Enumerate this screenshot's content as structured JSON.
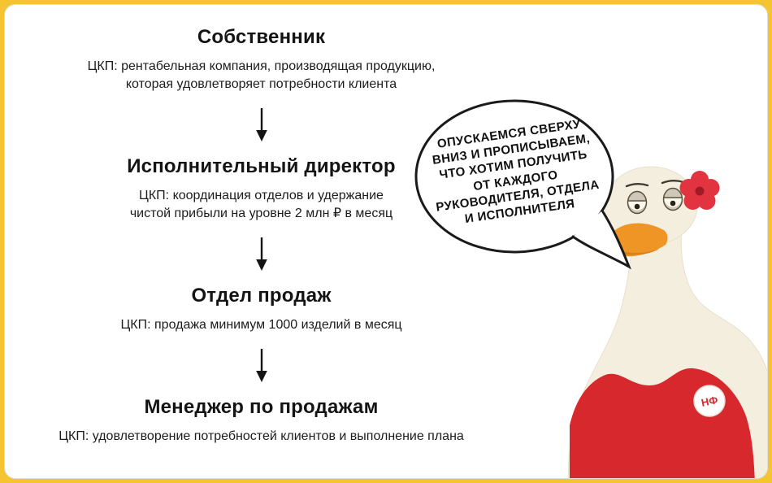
{
  "flow": {
    "steps": [
      {
        "title": "Собственник",
        "desc": "ЦКП: рентабельная компания, производящая продукцию,\nкоторая удовлетворяет потребности клиента"
      },
      {
        "title": "Исполнительный директор",
        "desc": "ЦКП: координация отделов и удержание\nчистой прибыли на уровне 2 млн ₽ в месяц"
      },
      {
        "title": "Отдел продаж",
        "desc": "ЦКП: продажа минимум 1000 изделий в месяц"
      },
      {
        "title": "Менеджер по продажам",
        "desc": "ЦКП: удовлетворение потребностей клиентов и выполнение плана"
      }
    ]
  },
  "speech_bubble": {
    "lines": [
      "ОПУСКАЕМСЯ СВЕРХУ",
      "ВНИЗ И ПРОПИСЫВАЕМ,",
      "ЧТО ХОТИМ ПОЛУЧИТЬ",
      "ОТ КАЖДОГО",
      "РУКОВОДИТЕЛЯ, ОТДЕЛА",
      "И ИСПОЛНИТЕЛЯ"
    ]
  },
  "goose": {
    "badge_label": "НФ"
  },
  "colors": {
    "background_yellow": "#f5c431",
    "card_white": "#ffffff",
    "text_dark": "#141414",
    "accent_red": "#d7282e",
    "flower_red": "#e23340",
    "beak_orange": "#ef9526"
  }
}
